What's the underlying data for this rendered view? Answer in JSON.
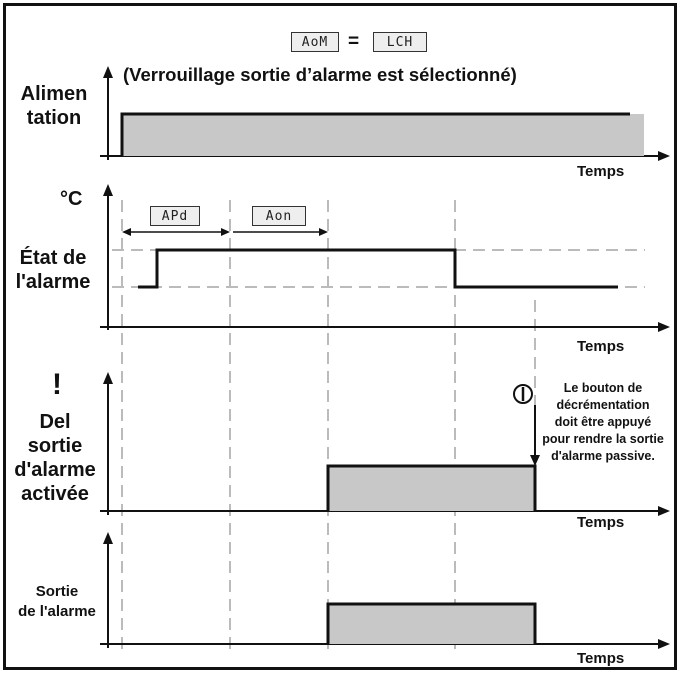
{
  "header": {
    "lcd_left": "AoM",
    "equals": "=",
    "lcd_right": "LCH",
    "subtitle": "(Verrouillage sortie d’alarme est sélectionné)"
  },
  "panels": {
    "supply": {
      "label": "Alimen\ntation",
      "axis": "Temps"
    },
    "state": {
      "unit": "°C",
      "label": "État de\nl'alarme",
      "axis": "Temps",
      "apd_label": "APd",
      "aon_label": "Aon"
    },
    "led": {
      "symbol": "!",
      "label": "Del\nsortie\nd'alarme\nactivée",
      "axis": "Temps",
      "note": "Le bouton de\ndécrémentation\ndoit être appuyé\npour rendre la sortie\nd'alarme passive."
    },
    "output": {
      "label": "Sortie\nde l'alarme",
      "axis": "Temps"
    }
  },
  "colors": {
    "fill": "#c8c8c8",
    "line": "#111111",
    "dash": "#bbbbbb"
  }
}
